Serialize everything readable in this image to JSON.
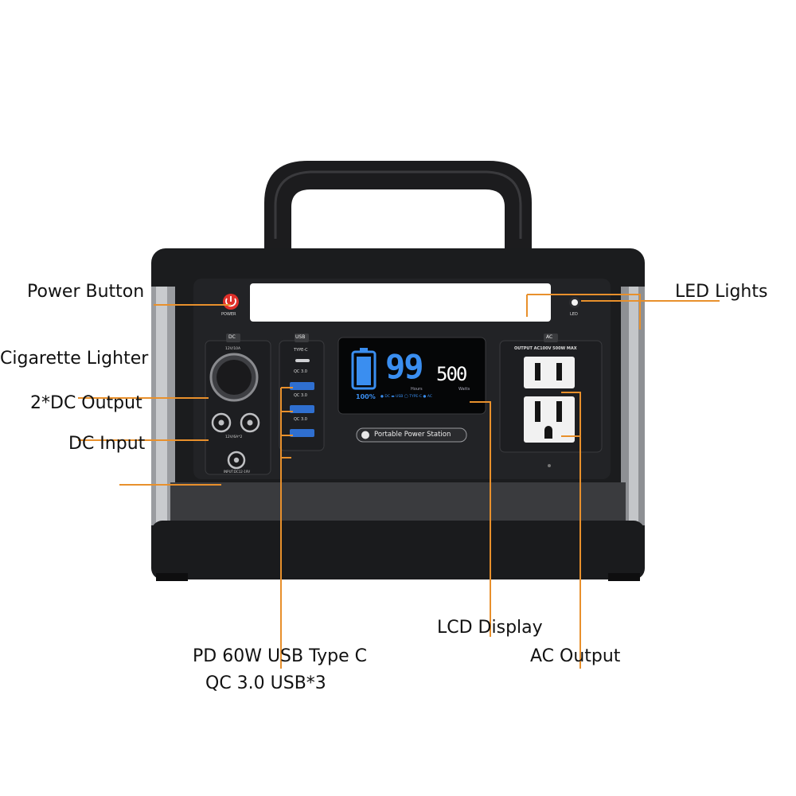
{
  "colors": {
    "leader": "#e8902c",
    "body_dark": "#1b1c1e",
    "body_mid": "#2b2c2f",
    "panel": "#202123",
    "power_red": "#e0302a",
    "lcd_blue": "#3a8ef0"
  },
  "callouts": {
    "power_button": "Power Button",
    "led_lights": "LED Lights",
    "cigarette_lighter": "Cigarette Lighter",
    "dc_output": "2*DC Output",
    "dc_input": "DC Input",
    "usb_line1": "PD 60W USB Type C",
    "usb_line2": "QC 3.0 USB*3",
    "lcd_display": "LCD Display",
    "ac_output": "AC Output"
  },
  "device": {
    "power_text": "POWER",
    "led_text": "LED",
    "dc_header": "DC",
    "dc_rating": "12V/10A",
    "dc_out_rating": "12V/6A*2",
    "dc_input_rating": "INPUT:DC12-19V",
    "usb_header": "USB",
    "usb_typec": "TYPE-C",
    "qc_labels": [
      "QC 3.0",
      "QC 3.0",
      "QC 3.0"
    ],
    "lcd_hours": "99",
    "lcd_hours_unit": "Hours",
    "lcd_watts": "500",
    "lcd_watts_unit": "Watts",
    "lcd_percent": "100%",
    "lcd_status": "● DC  ▬ USB  ◯ TYPE-C  ● AC",
    "badge_text": "Portable Power Station",
    "ac_header": "AC",
    "ac_output_text": "OUTPUT AC100V 500W MAX"
  }
}
